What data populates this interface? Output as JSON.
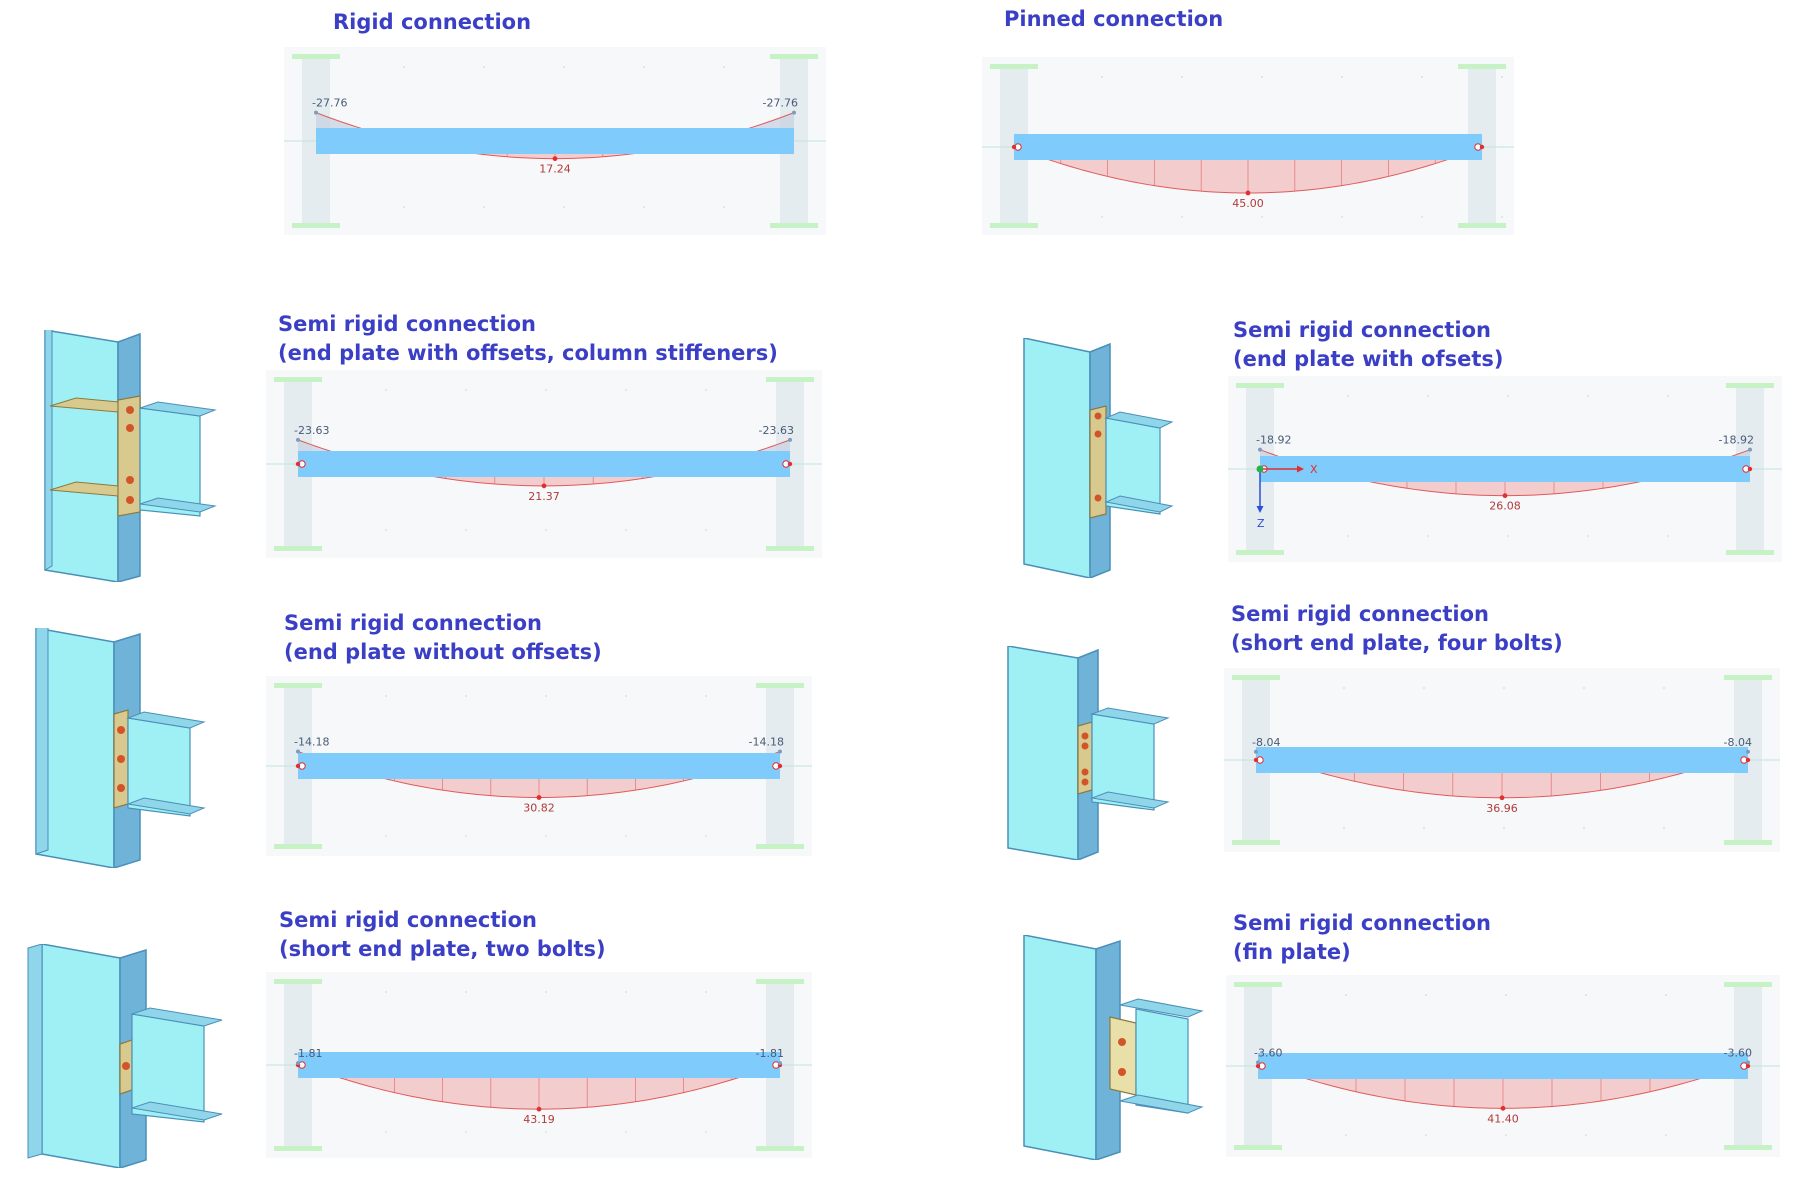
{
  "colors": {
    "title": "#3b3fc6",
    "beam": "#7fcbfb",
    "column": "#e4ecf0",
    "flange_cap": "#c6f2c6",
    "moment_positive": "#f2c6c6",
    "moment_positive_line": "#e05a5a",
    "moment_negative": "#c7d3e2",
    "moment_negative_line": "#7e9cc0",
    "joint_node": "#e03030",
    "panel_background": "#f7f8fa",
    "column_3d": "#9ff0f5",
    "column_3d_side": "#6fb4d8",
    "plate": "#d8c98e",
    "bolt": "#d2552a"
  },
  "icons": [
    "x-axis-arrow-icon",
    "z-axis-arrow-icon",
    "joint-node-icon"
  ],
  "panels": [
    {
      "id": "rigid",
      "title_line1": "Rigid connection",
      "title_line2": "",
      "has_3d": false,
      "diagram": {
        "support_moment": -27.76,
        "span_moment": 17.24,
        "support_label": "-27.76",
        "span_label": "17.24",
        "hinges": false,
        "axes": false
      }
    },
    {
      "id": "pinned",
      "title_line1": "Pinned connection",
      "title_line2": "",
      "has_3d": false,
      "diagram": {
        "support_moment": 0,
        "span_moment": 45.0,
        "support_label": "",
        "span_label": "45.00",
        "hinges": true,
        "axes": false
      }
    },
    {
      "id": "semi-end-plate-offsets-stiffeners",
      "title_line1": "Semi rigid connection",
      "title_line2": "(end plate with offsets, column stiffeners)",
      "has_3d": true,
      "diagram": {
        "support_moment": -23.63,
        "span_moment": 21.37,
        "support_label": "-23.63",
        "span_label": "21.37",
        "hinges": true,
        "axes": false
      }
    },
    {
      "id": "semi-end-plate-offsets",
      "title_line1": "Semi rigid connection",
      "title_line2": "(end plate with ofsets)",
      "has_3d": true,
      "diagram": {
        "support_moment": -18.92,
        "span_moment": 26.08,
        "support_label": "-18.92",
        "span_label": "26.08",
        "hinges": true,
        "axes": true,
        "axis_x_label": "X",
        "axis_z_label": "Z"
      }
    },
    {
      "id": "semi-end-plate-no-offsets",
      "title_line1": "Semi rigid connection",
      "title_line2": "(end plate without offsets)",
      "has_3d": true,
      "diagram": {
        "support_moment": -14.18,
        "span_moment": 30.82,
        "support_label": "-14.18",
        "span_label": "30.82",
        "hinges": true,
        "axes": false
      }
    },
    {
      "id": "semi-short-end-plate-four-bolts",
      "title_line1": "Semi rigid connection",
      "title_line2": "(short end plate, four bolts)",
      "has_3d": true,
      "diagram": {
        "support_moment": -8.04,
        "span_moment": 36.96,
        "support_label": "-8.04",
        "span_label": "36.96",
        "hinges": true,
        "axes": false
      }
    },
    {
      "id": "semi-short-end-plate-two-bolts",
      "title_line1": "Semi rigid connection",
      "title_line2": "(short end plate, two bolts)",
      "has_3d": true,
      "diagram": {
        "support_moment": -1.81,
        "span_moment": 43.19,
        "support_label": "-1.81",
        "span_label": "43.19",
        "hinges": true,
        "axes": false
      }
    },
    {
      "id": "semi-fin-plate",
      "title_line1": "Semi rigid connection",
      "title_line2": "(fin plate)",
      "has_3d": true,
      "diagram": {
        "support_moment": -3.6,
        "span_moment": 41.4,
        "support_label": "-3.60",
        "span_label": "41.40",
        "hinges": true,
        "axes": false
      }
    }
  ]
}
